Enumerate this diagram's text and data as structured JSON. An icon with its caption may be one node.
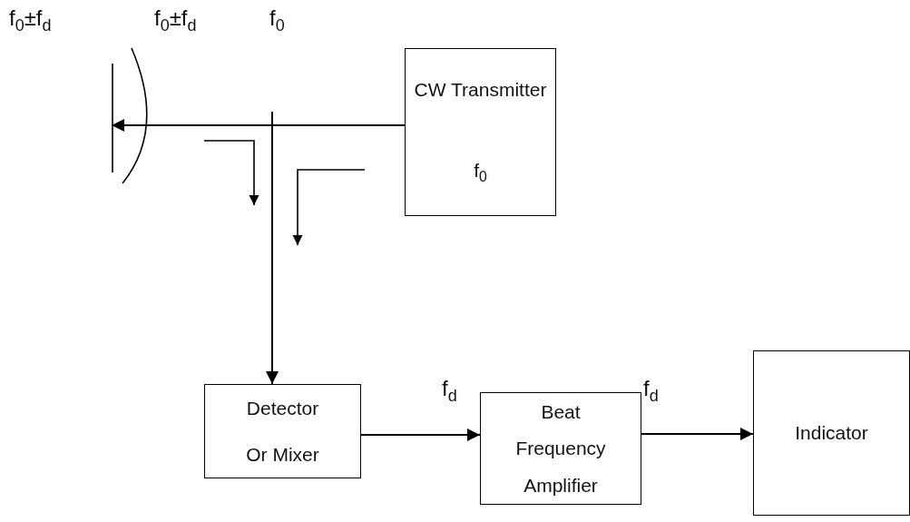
{
  "diagram": {
    "nodes": [
      {
        "text": [
          "CW Transmitter",
          "f$_{0}$"
        ]
      },
      {
        "text": [],
        "shape": "picture"
      },
      {
        "text": [
          "Detector",
          "Or Mixer"
        ]
      },
      {
        "text": [
          "Beat",
          "Frequency",
          "Amplifier"
        ]
      },
      {
        "text": [
          "Indicator"
        ]
      }
    ],
    "edges": [
      {
        "from": 0,
        "to": 1,
        "arrow": "to"
      },
      {
        "from": null,
        "to": 2,
        "arrow": "to"
      },
      {
        "from": 2,
        "to": 3,
        "arrow": "to",
        "label": "f$_{d}$"
      },
      {
        "from": 3,
        "to": 4,
        "arrow": "to",
        "label": "f$_{d}$"
      }
    ],
    "labels": [
      "f$_{0}$±f$_{d}$",
      "f$_{0}$±f$_{d}$",
      "f$_{0}$"
    ]
  }
}
